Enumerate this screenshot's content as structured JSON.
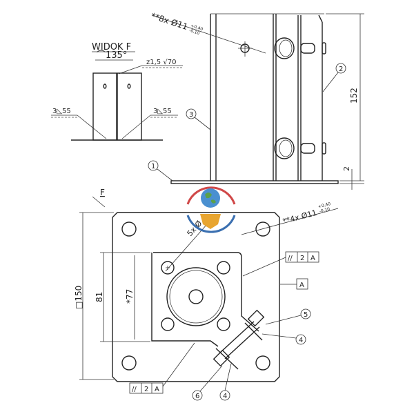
{
  "view_f": {
    "title": "WIDOK F",
    "rotation": "⌒135°",
    "weld_top": "z1,5 √70",
    "weld_left": "3◺55",
    "weld_right": "3◺55"
  },
  "side_view": {
    "holes_note": "**8x Ø11",
    "holes_tol_upper": "+0,40",
    "holes_tol_lower": "-0,10",
    "dim_height": "152",
    "dim_plate": "2"
  },
  "plan_view": {
    "view_marker": "F",
    "holes_note": "**4x Ø11",
    "holes_tol_upper": "+0,40",
    "holes_tol_lower": "-0,10",
    "inner_holes_note": "5x Ø",
    "dim_square": "□150",
    "dim_81": "81",
    "dim_77": "*77",
    "tolerance_frame_1": [
      "//",
      "2",
      "A"
    ],
    "tolerance_frame_2": [
      "//",
      "2",
      "A"
    ],
    "datum": "A"
  },
  "balloons": [
    "1",
    "2",
    "3",
    "4",
    "4",
    "5",
    "6"
  ],
  "colors": {
    "line": "#222222",
    "logo_red": "#d04848",
    "logo_blue": "#3a6fb0",
    "logo_gold": "#e8a530"
  }
}
